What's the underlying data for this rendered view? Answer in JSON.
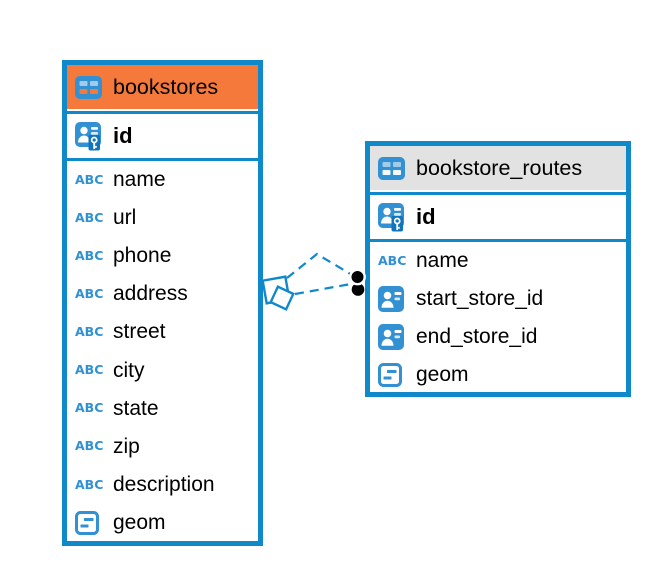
{
  "colors": {
    "table_border_blue": "#1089ca",
    "bookstores_header_orange": "#f5793a",
    "routes_header_gray": "#e2e2e2",
    "icon_blue": "#3191d2",
    "icon_key_blue": "#1075ba",
    "icon_cell_light_blue": "#a3cbe9",
    "icon_cell_orange": "#f5793a",
    "icon_cell_white": "#f2f7fb",
    "link_dash_blue": "#1089ca",
    "endpoint_dot_black": "#000000"
  },
  "icons": {
    "text_type_glyph": "ABC"
  },
  "tables": [
    {
      "name": "bookstores",
      "columns": [
        {
          "name": "id",
          "type": "primary-key"
        },
        {
          "name": "name",
          "type": "text"
        },
        {
          "name": "url",
          "type": "text"
        },
        {
          "name": "phone",
          "type": "text"
        },
        {
          "name": "address",
          "type": "text"
        },
        {
          "name": "street",
          "type": "text"
        },
        {
          "name": "city",
          "type": "text"
        },
        {
          "name": "state",
          "type": "text"
        },
        {
          "name": "zip",
          "type": "text"
        },
        {
          "name": "description",
          "type": "text"
        },
        {
          "name": "geom",
          "type": "geometry"
        }
      ]
    },
    {
      "name": "bookstore_routes",
      "columns": [
        {
          "name": "id",
          "type": "primary-key"
        },
        {
          "name": "name",
          "type": "text"
        },
        {
          "name": "start_store_id",
          "type": "reference"
        },
        {
          "name": "end_store_id",
          "type": "reference"
        },
        {
          "name": "geom",
          "type": "geometry"
        }
      ]
    }
  ],
  "relationships": [
    {
      "from": "bookstores",
      "to": "bookstore_routes",
      "style": "dashed"
    },
    {
      "from": "bookstores",
      "to": "bookstore_routes",
      "style": "dashed"
    }
  ]
}
